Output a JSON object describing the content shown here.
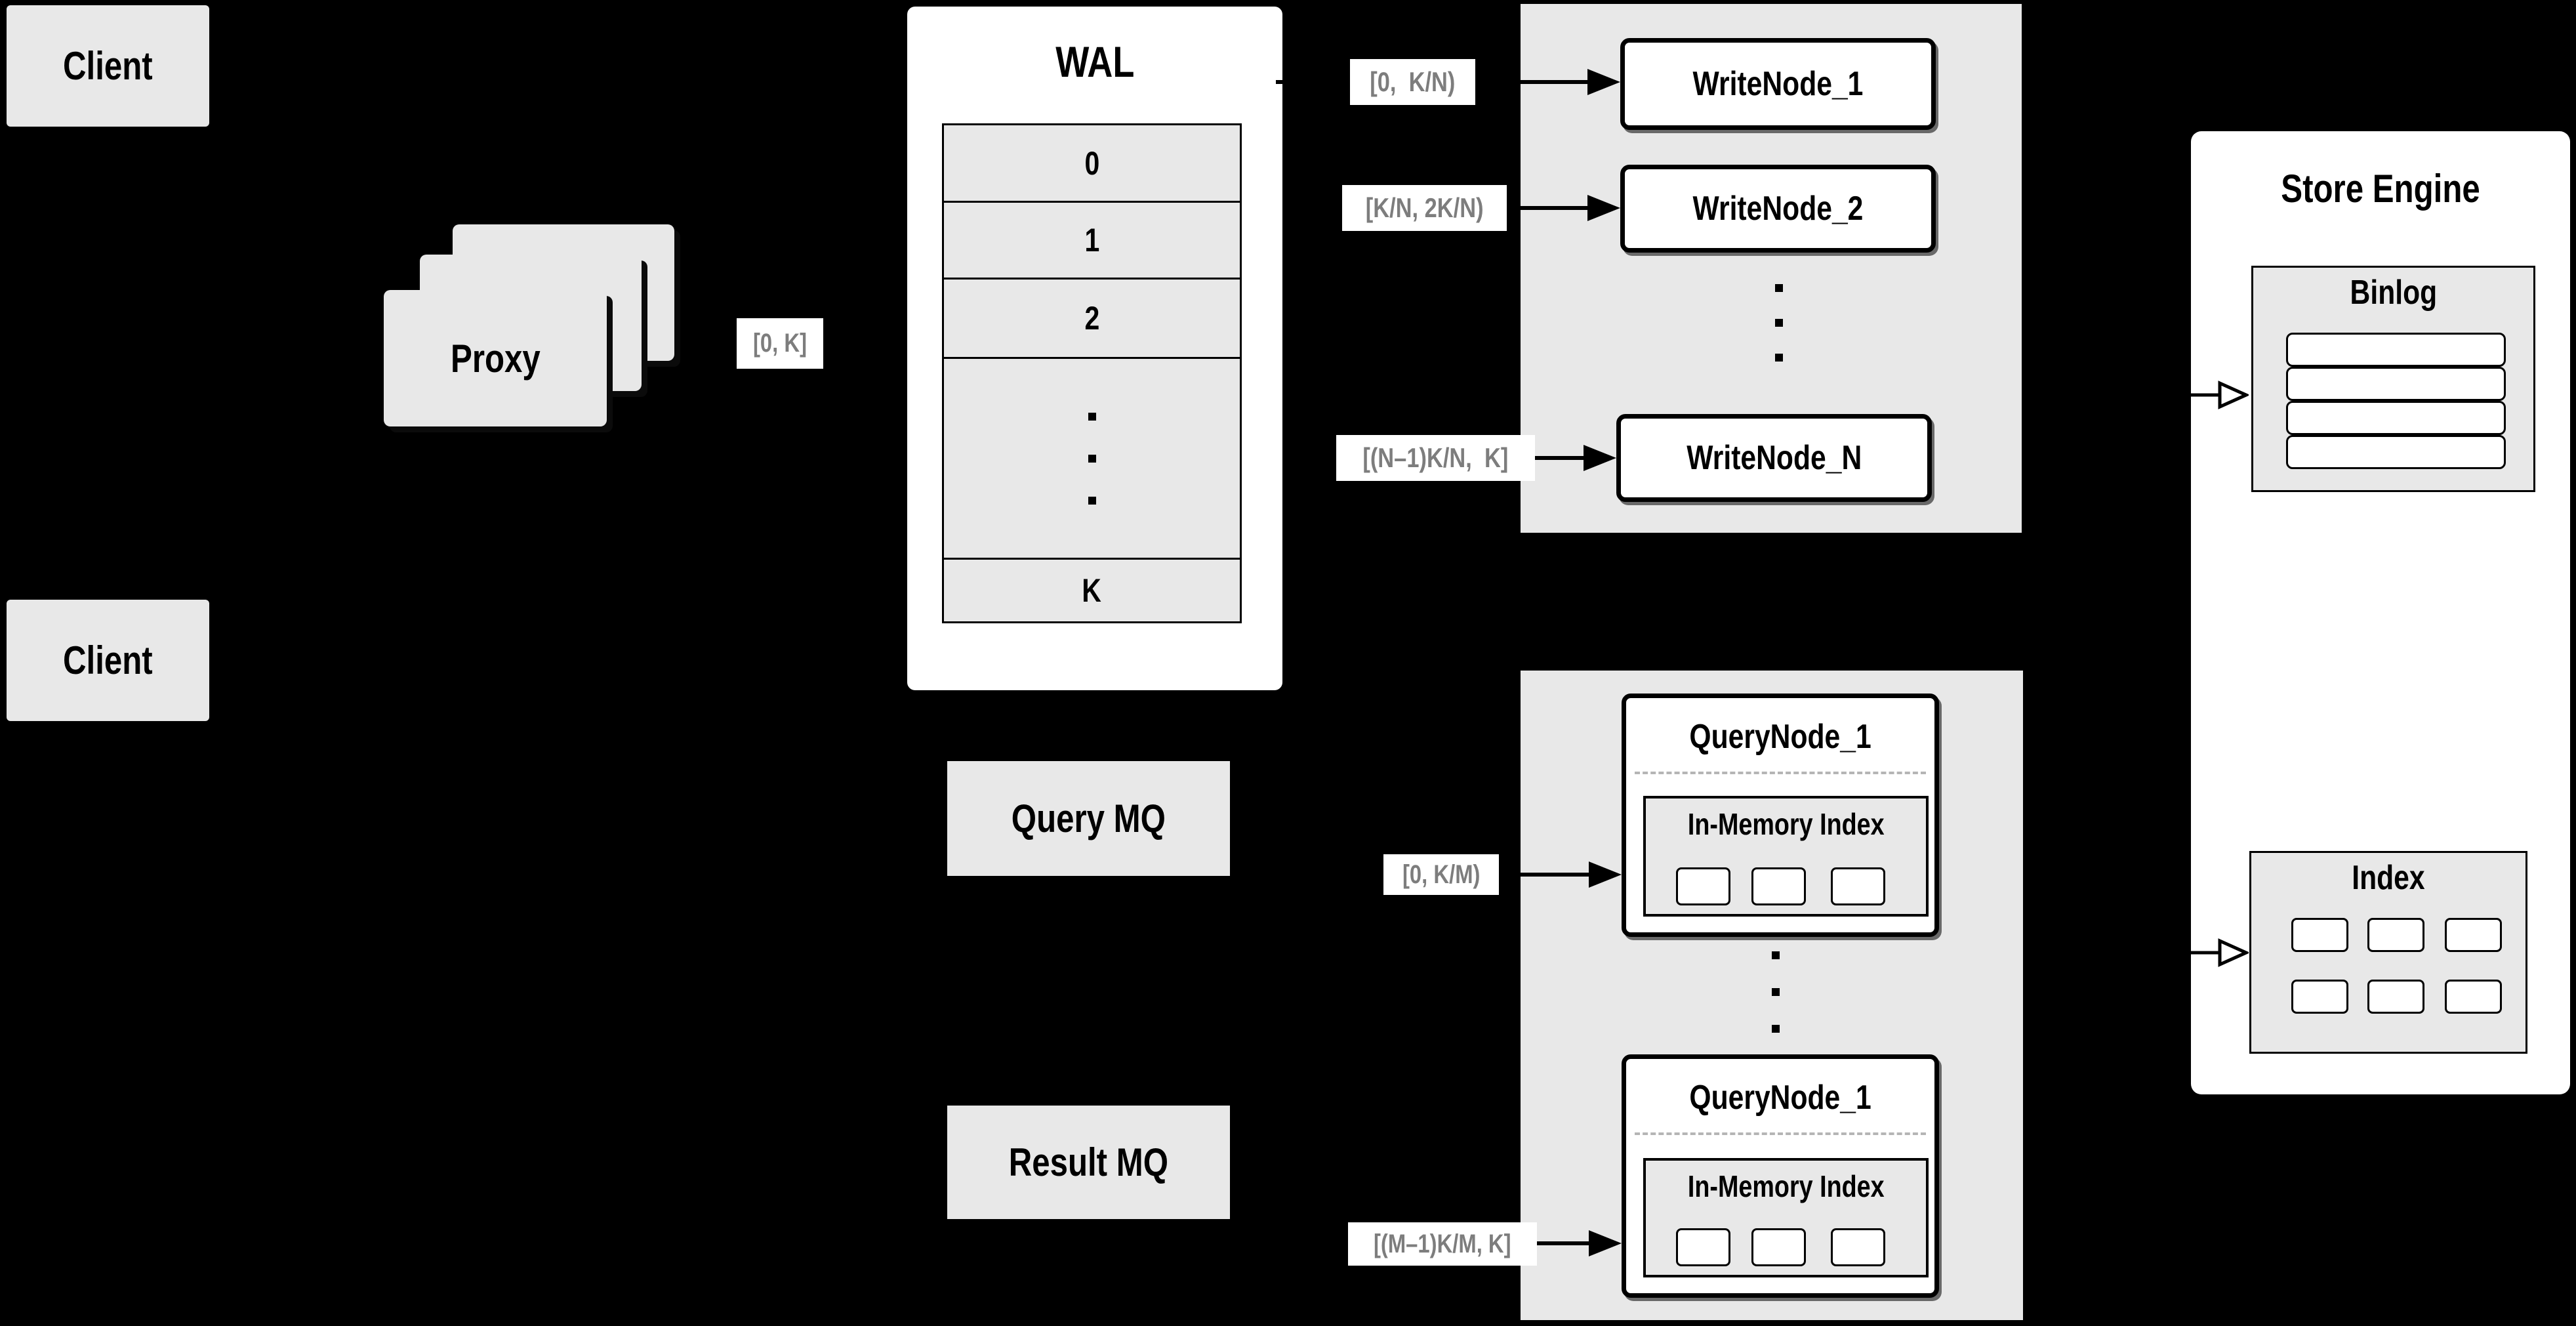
{
  "colors": {
    "background": "#000000",
    "panel_gray": "#e8e8e8",
    "box_white": "#ffffff",
    "border_black": "#000000",
    "range_text_gray": "#7d7d7d"
  },
  "clients": {
    "top": "Client",
    "bottom": "Client"
  },
  "proxy": {
    "label": "Proxy",
    "range": "[0, K]"
  },
  "wal": {
    "title": "WAL",
    "segments": [
      "0",
      "1",
      "2",
      "K"
    ]
  },
  "write_cluster": {
    "nodes": [
      "WriteNode_1",
      "WriteNode_2",
      "WriteNode_N"
    ],
    "ranges": [
      "[0,  K/N)",
      "[K/N, 2K/N)",
      "[(N–1)K/N,  K]"
    ]
  },
  "query_cluster": {
    "query_mq": "Query MQ",
    "result_mq": "Result MQ",
    "ranges": [
      "[0, K/M)",
      "[(M–1)K/M, K]"
    ],
    "nodes": [
      {
        "title": "QueryNode_1",
        "index_label": "In-Memory Index"
      },
      {
        "title": "QueryNode_1",
        "index_label": "In-Memory Index"
      }
    ]
  },
  "store_engine": {
    "title": "Store Engine",
    "binlog": "Binlog",
    "index": "Index"
  }
}
